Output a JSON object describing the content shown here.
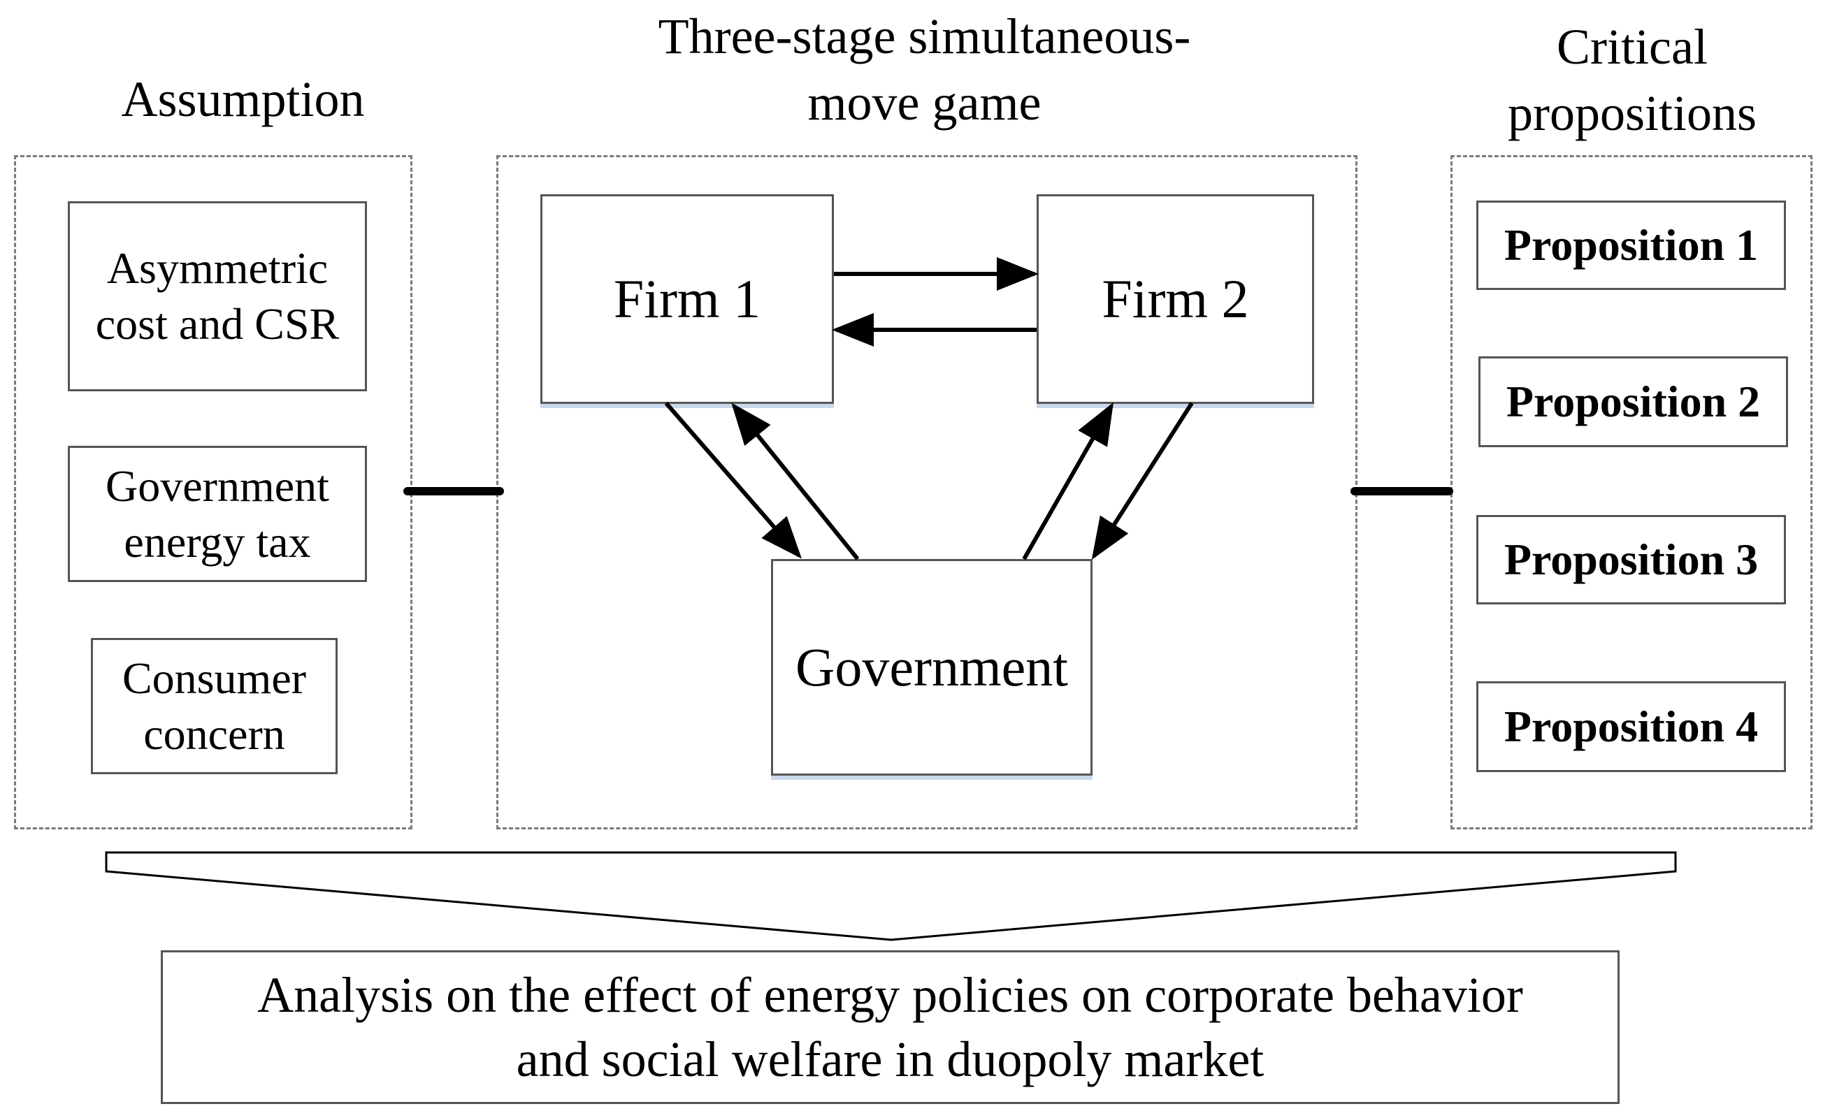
{
  "titles": {
    "assumption": "Assumption",
    "game": "Three-stage simultaneous-\nmove game",
    "propositions": "Critical\npropositions"
  },
  "assumptions": [
    "Asymmetric\ncost and CSR",
    "Government\nenergy tax",
    "Consumer\nconcern"
  ],
  "players": {
    "firm1": "Firm 1",
    "firm2": "Firm 2",
    "government": "Government"
  },
  "propositions": [
    "Proposition 1",
    "Proposition 2",
    "Proposition 3",
    "Proposition 4"
  ],
  "analysis": "Analysis on the effect of energy policies on corporate behavior\nand social welfare in duopoly market",
  "colors": {
    "panel_border": "#7a7a7a",
    "box_border": "#555555",
    "box_shadow": "#c9d7ea",
    "arrow": "#000000"
  }
}
